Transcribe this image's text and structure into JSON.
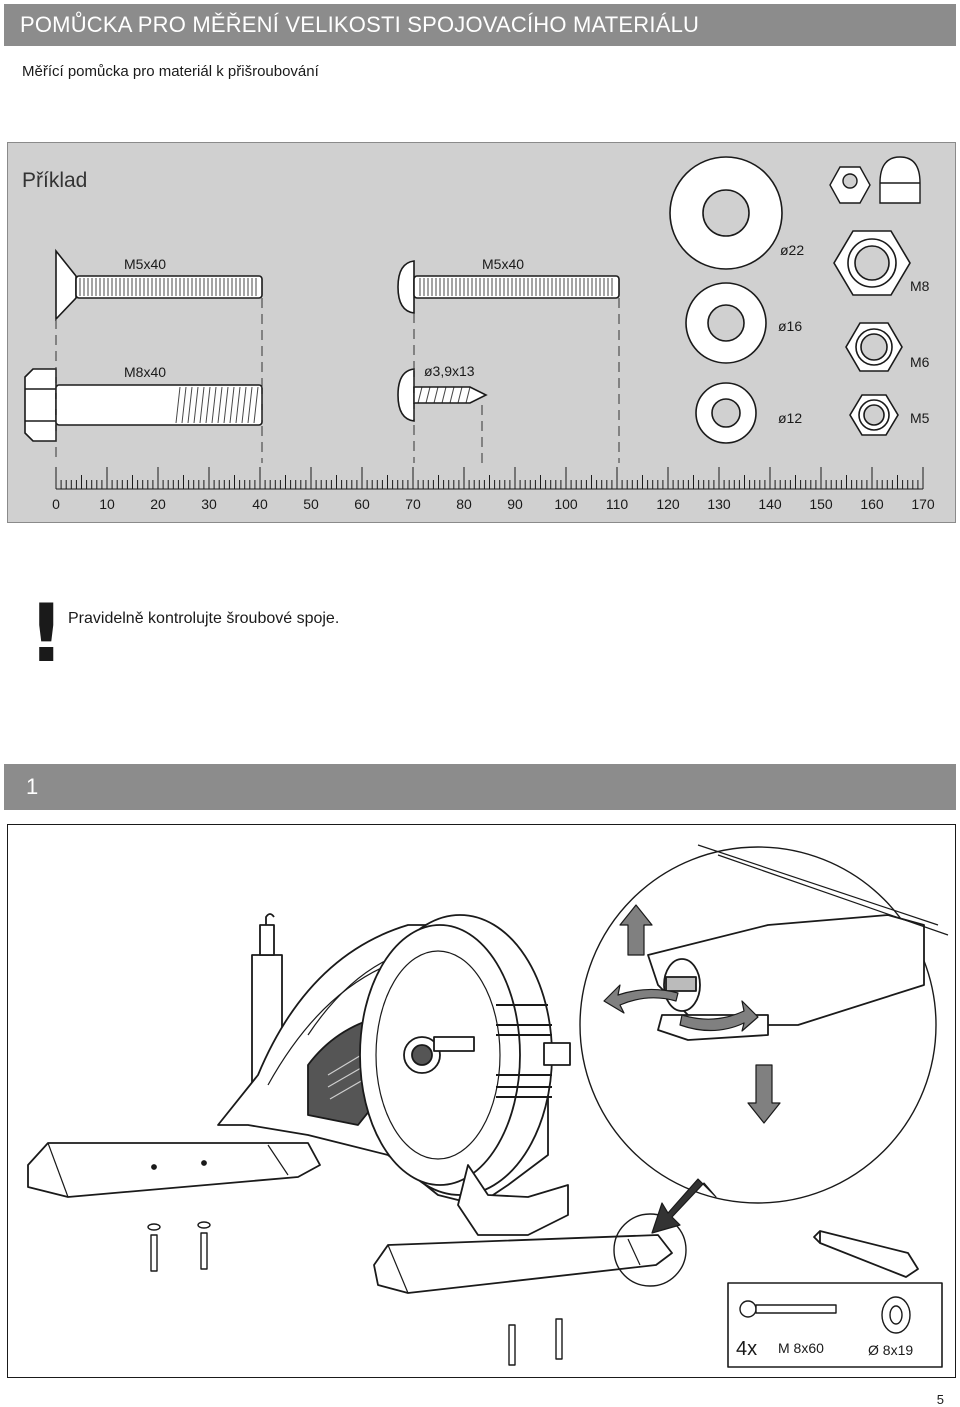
{
  "header": {
    "title": "POMŮCKA PRO MĚŘENÍ VELIKOSTI SPOJOVACÍHO MATERIÁLU",
    "subtitle": "Měřící pomůcka pro materiál k přišroubování"
  },
  "example": {
    "label": "Příklad",
    "bolts": {
      "countersunk": "M5x40",
      "round_head": "M5x40",
      "hex": "M8x40",
      "wood_screw": "ø3,9x13"
    },
    "washers": [
      "ø22",
      "ø16",
      "ø12"
    ],
    "nuts": [
      "M8",
      "M6",
      "M5"
    ],
    "ruler_labels": [
      "0",
      "10",
      "20",
      "30",
      "40",
      "50",
      "60",
      "70",
      "80",
      "90",
      "100",
      "110",
      "120",
      "130",
      "140",
      "150",
      "160",
      "170"
    ]
  },
  "warning": {
    "mark": "!",
    "text": "Pravidelně kontrolujte šroubové spoje."
  },
  "step": {
    "number": "1",
    "parts": {
      "quantity": "4x",
      "bolt": "M 8x60",
      "washer": "Ø 8x19"
    }
  },
  "footer": {
    "page_number": "5"
  }
}
